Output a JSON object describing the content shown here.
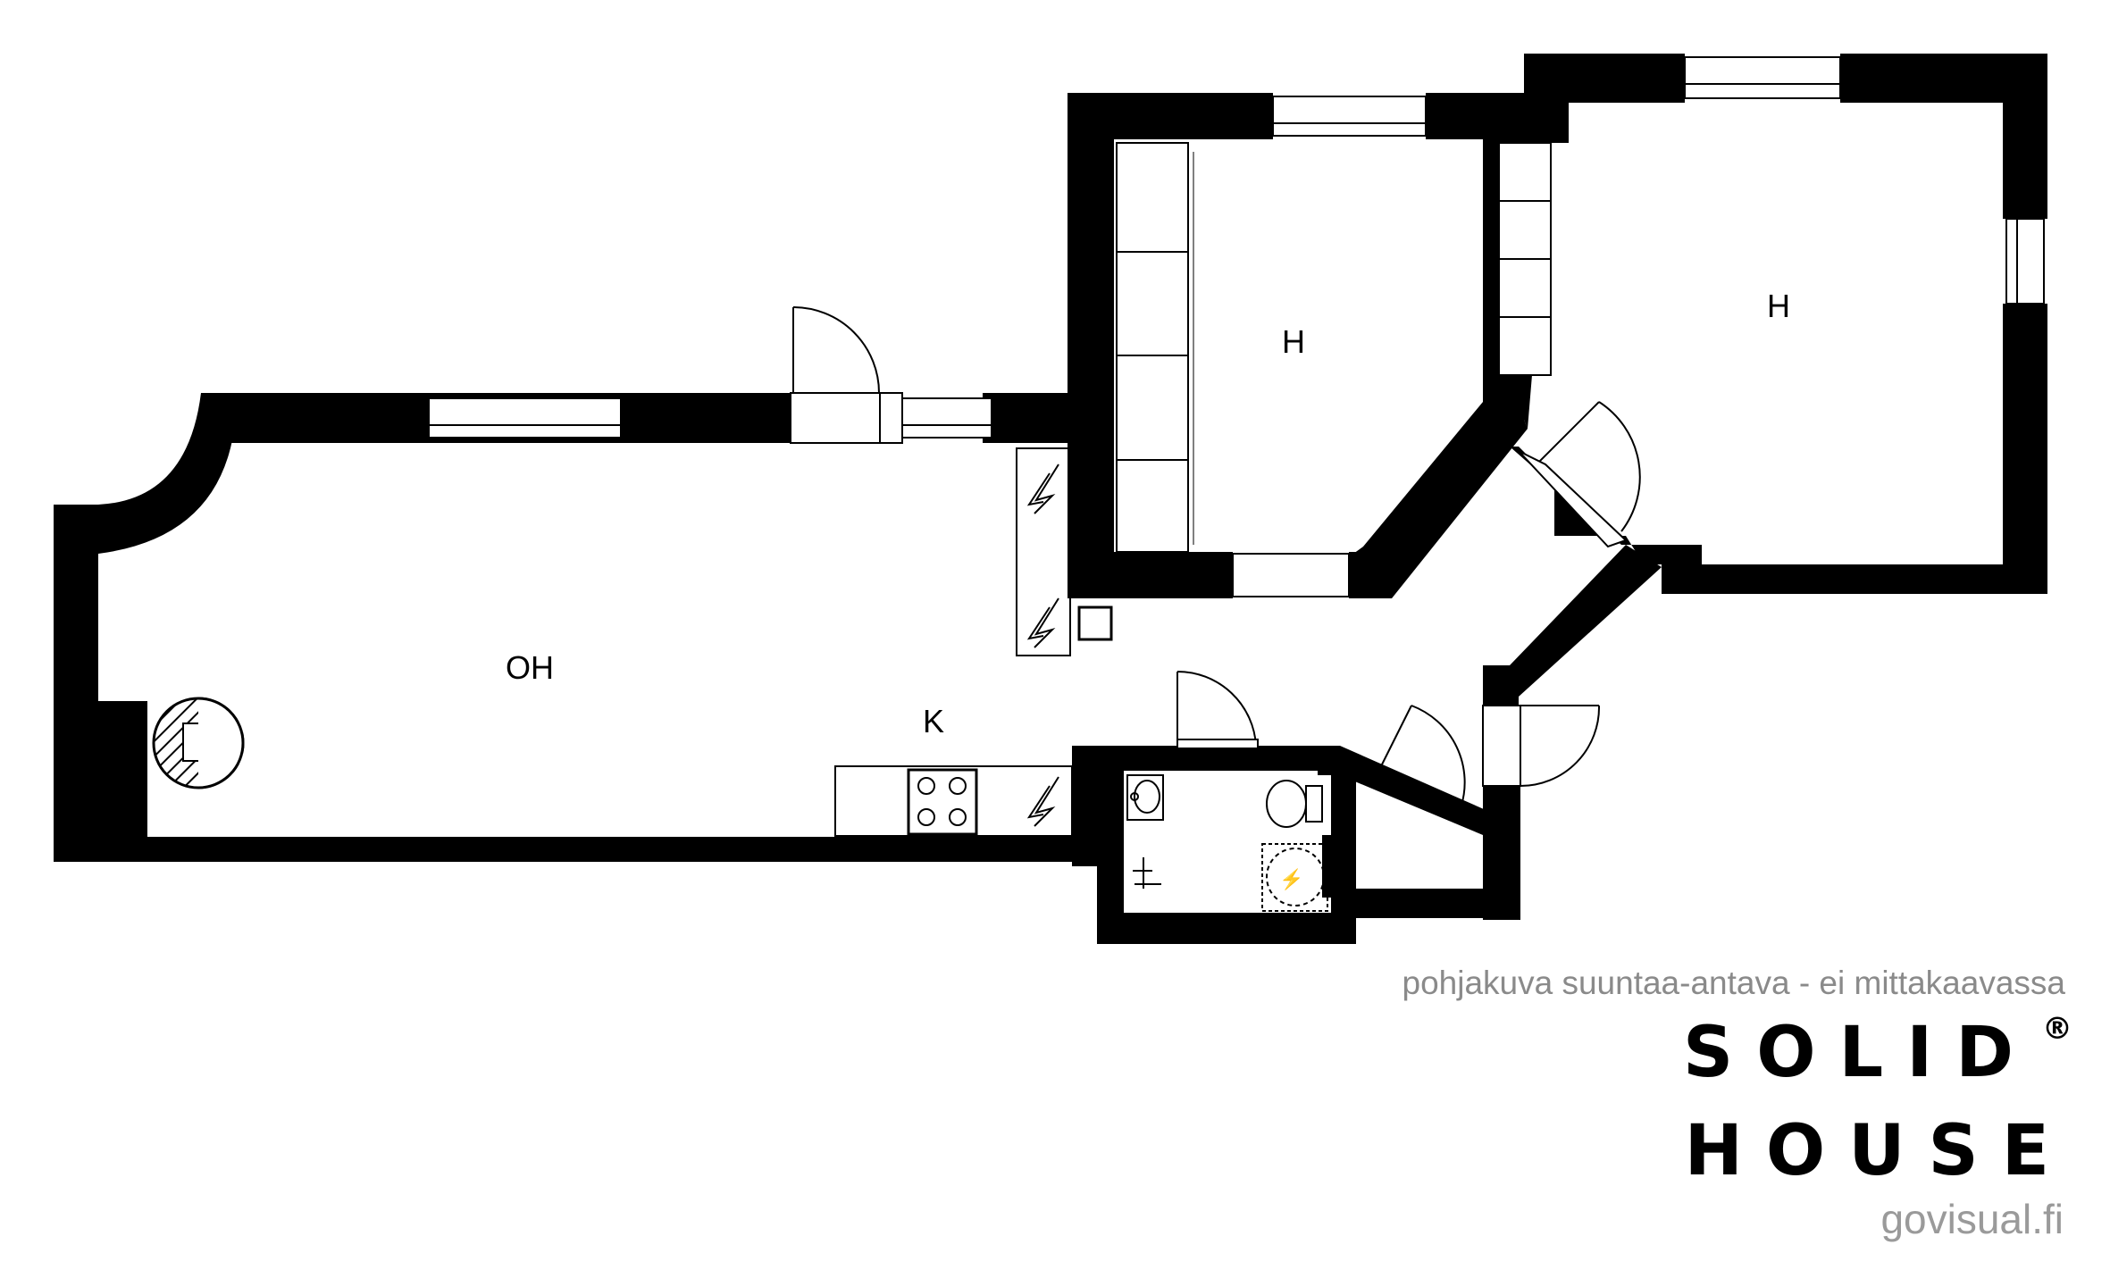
{
  "rooms": {
    "living": "OH",
    "kitchen": "K",
    "bedroom_1": "H",
    "bedroom_2": "H"
  },
  "caption": "pohjakuva suuntaa-antava - ei mittakaavassa",
  "brand": {
    "line1": "SOLID",
    "line2": "HOUSE",
    "mark": "®"
  },
  "website": "govisual.fi",
  "colors": {
    "wall": "#000000",
    "caption": "#8a8a8a",
    "website": "#9a9a9a"
  },
  "icons": [
    "electric-panel-icon",
    "stove-icon",
    "toilet-icon",
    "sink-icon",
    "shower-icon",
    "fireplace-icon"
  ]
}
